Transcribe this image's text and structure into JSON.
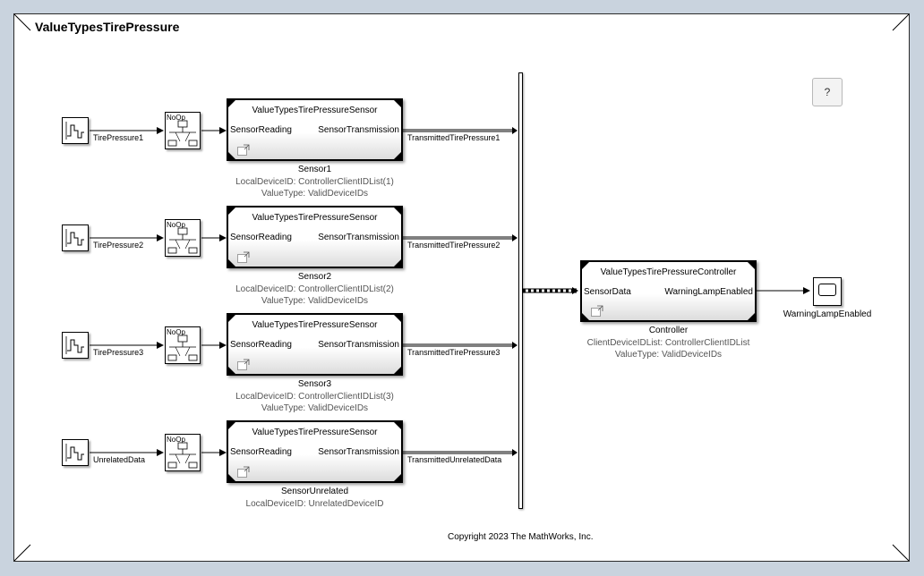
{
  "model": {
    "title": "ValueTypesTirePressure"
  },
  "help": {
    "label": "?"
  },
  "sources": [
    {
      "signal": "TirePressure1",
      "nop": "NoOp",
      "block_title": "ValueTypesTirePressureSensor",
      "in_port": "SensorReading",
      "out_port": "SensorTransmission",
      "out_signal": "TransmittedTirePressure1",
      "name": "Sensor1",
      "param1": "LocalDeviceID: ControllerClientIDList(1)",
      "param2": "ValueType: ValidDeviceIDs"
    },
    {
      "signal": "TirePressure2",
      "nop": "NoOp",
      "block_title": "ValueTypesTirePressureSensor",
      "in_port": "SensorReading",
      "out_port": "SensorTransmission",
      "out_signal": "TransmittedTirePressure2",
      "name": "Sensor2",
      "param1": "LocalDeviceID: ControllerClientIDList(2)",
      "param2": "ValueType: ValidDeviceIDs"
    },
    {
      "signal": "TirePressure3",
      "nop": "NoOp",
      "block_title": "ValueTypesTirePressureSensor",
      "in_port": "SensorReading",
      "out_port": "SensorTransmission",
      "out_signal": "TransmittedTirePressure3",
      "name": "Sensor3",
      "param1": "LocalDeviceID: ControllerClientIDList(3)",
      "param2": "ValueType: ValidDeviceIDs"
    },
    {
      "signal": "UnrelatedData",
      "nop": "NoOp",
      "block_title": "ValueTypesTirePressureSensor",
      "in_port": "SensorReading",
      "out_port": "SensorTransmission",
      "out_signal": "TransmittedUnrelatedData",
      "name": "SensorUnrelated",
      "param1": "LocalDeviceID: UnrelatedDeviceID",
      "param2": ""
    }
  ],
  "controller": {
    "title": "ValueTypesTirePressureController",
    "in_port": "SensorData",
    "out_port": "WarningLampEnabled",
    "name": "Controller",
    "param1": "ClientDeviceIDList: ControllerClientIDList",
    "param2": "ValueType: ValidDeviceIDs"
  },
  "scope": {
    "name": "WarningLampEnabled"
  },
  "footer": {
    "copyright": "Copyright 2023 The MathWorks, Inc."
  },
  "colors": {
    "background": "#c9d3de",
    "canvas": "#ffffff",
    "param_text": "#555555"
  }
}
